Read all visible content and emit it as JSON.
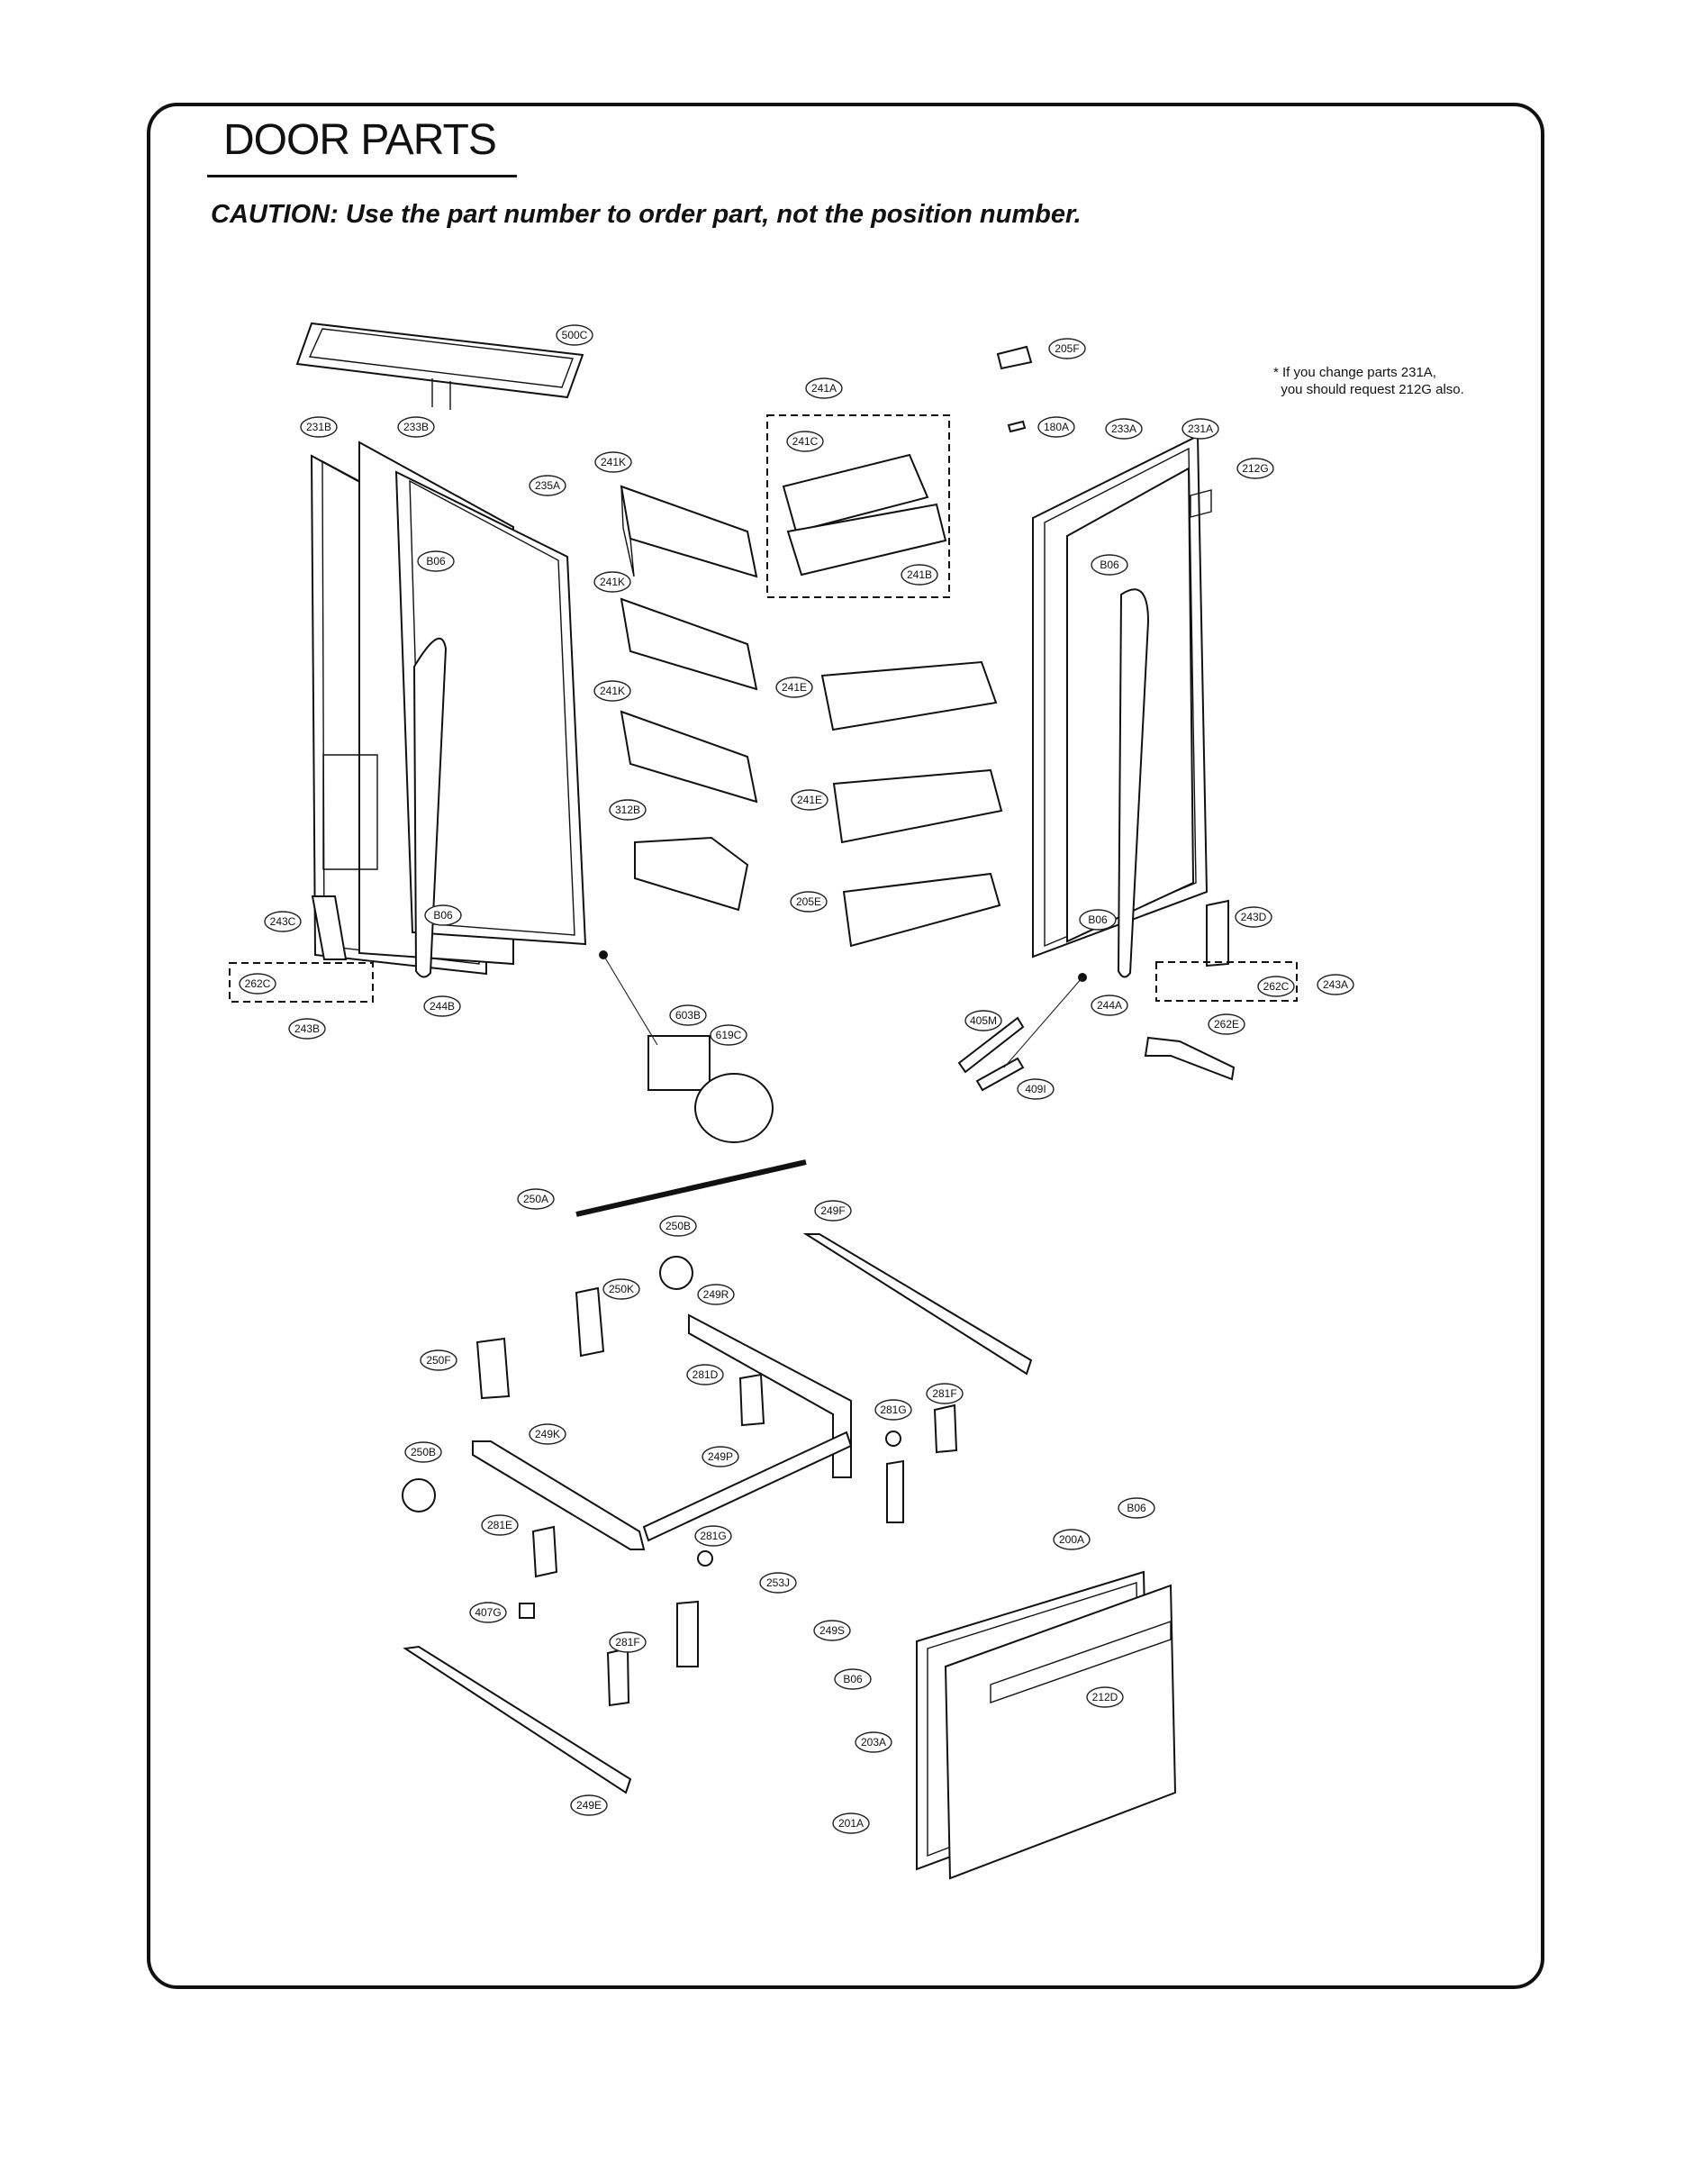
{
  "title": "DOOR PARTS",
  "caution": "CAUTION: Use the part number to order part, not the position number.",
  "note": "* If you change parts 231A,\n  you should request 212G also.",
  "callouts": [
    {
      "id": "500C"
    },
    {
      "id": "205F"
    },
    {
      "id": "241A"
    },
    {
      "id": "231B"
    },
    {
      "id": "233B"
    },
    {
      "id": "180A"
    },
    {
      "id": "233A"
    },
    {
      "id": "231A"
    },
    {
      "id": "241C"
    },
    {
      "id": "241K"
    },
    {
      "id": "212G"
    },
    {
      "id": "235A"
    },
    {
      "id": "B06"
    },
    {
      "id": "B06"
    },
    {
      "id": "241B"
    },
    {
      "id": "241K"
    },
    {
      "id": "241E"
    },
    {
      "id": "241K"
    },
    {
      "id": "241E"
    },
    {
      "id": "312B"
    },
    {
      "id": "205E"
    },
    {
      "id": "243C"
    },
    {
      "id": "B06"
    },
    {
      "id": "B06"
    },
    {
      "id": "243D"
    },
    {
      "id": "262C"
    },
    {
      "id": "262C"
    },
    {
      "id": "243A"
    },
    {
      "id": "243B"
    },
    {
      "id": "244B"
    },
    {
      "id": "244A"
    },
    {
      "id": "603B"
    },
    {
      "id": "405M"
    },
    {
      "id": "262E"
    },
    {
      "id": "619C"
    },
    {
      "id": "409I"
    },
    {
      "id": "250A"
    },
    {
      "id": "250B"
    },
    {
      "id": "249F"
    },
    {
      "id": "250K"
    },
    {
      "id": "249R"
    },
    {
      "id": "250F"
    },
    {
      "id": "281D"
    },
    {
      "id": "281F"
    },
    {
      "id": "281G"
    },
    {
      "id": "249K"
    },
    {
      "id": "250B"
    },
    {
      "id": "249P"
    },
    {
      "id": "B06"
    },
    {
      "id": "281E"
    },
    {
      "id": "281G"
    },
    {
      "id": "200A"
    },
    {
      "id": "253J"
    },
    {
      "id": "407G"
    },
    {
      "id": "249S"
    },
    {
      "id": "281F"
    },
    {
      "id": "B06"
    },
    {
      "id": "212D"
    },
    {
      "id": "203A"
    },
    {
      "id": "249E"
    },
    {
      "id": "201A"
    }
  ]
}
